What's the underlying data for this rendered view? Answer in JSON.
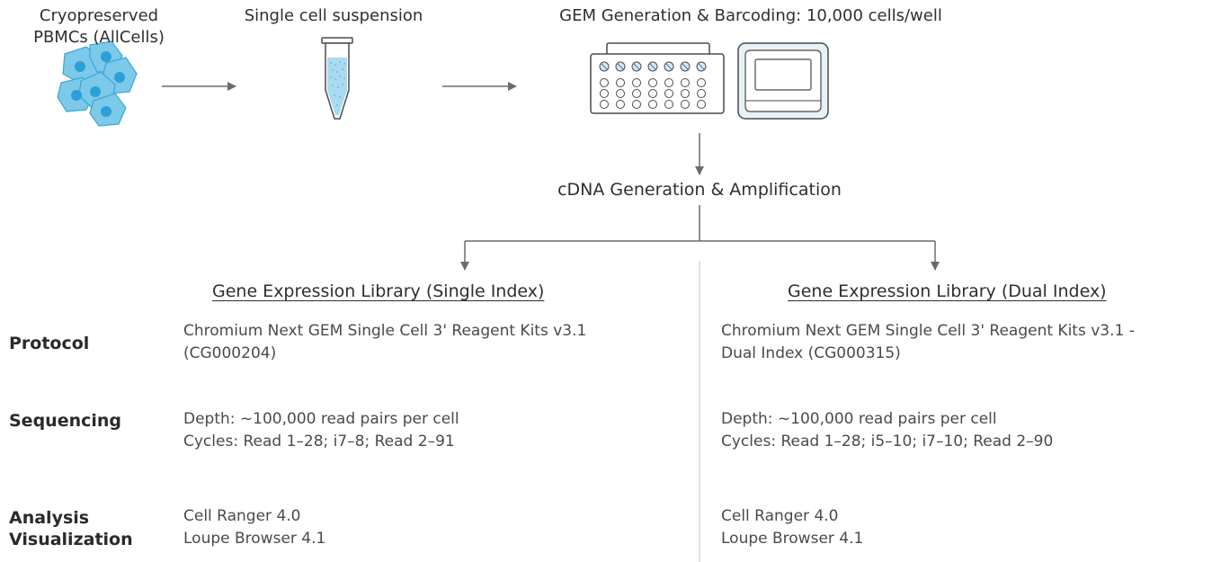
{
  "steps": {
    "cells": "Cryopreserved\nPBMCs (AllCells)",
    "suspension": "Single cell suspension",
    "gem": "GEM Generation & Barcoding: 10,000 cells/well",
    "cdna": "cDNA Generation & Amplification"
  },
  "libraries": [
    {
      "heading": "Gene Expression Library (Single Index)",
      "protocol": [
        "Chromium Next GEM Single Cell 3' Reagent Kits v3.1",
        "(CG000204)"
      ],
      "sequencing": [
        "Depth: ~100,000 read pairs per cell",
        "Cycles: Read 1–28; i7–8; Read 2–91"
      ],
      "analysis": [
        "Cell Ranger 4.0",
        "Loupe Browser 4.1"
      ]
    },
    {
      "heading": "Gene Expression Library (Dual Index)",
      "protocol": [
        "Chromium Next GEM Single Cell 3' Reagent Kits v3.1 -",
        "Dual Index (CG000315)"
      ],
      "sequencing": [
        "Depth: ~100,000 read pairs per cell",
        "Cycles: Read 1–28; i5–10; i7–10; Read 2–90"
      ],
      "analysis": [
        "Cell Ranger 4.0",
        "Loupe Browser 4.1"
      ]
    }
  ],
  "row_labels": {
    "protocol": "Protocol",
    "sequencing": "Sequencing",
    "analysis": [
      "Analysis",
      "Visualization"
    ]
  },
  "colors": {
    "cell_fill": "#7cc9ea",
    "cell_stroke": "#3aa6d6",
    "nucleus": "#2b9fd8",
    "arrow": "#6b6b6b",
    "divider": "#d0d0d0",
    "icon_stroke": "#4a4a4a",
    "instrument_fill": "#e6f2f8"
  }
}
